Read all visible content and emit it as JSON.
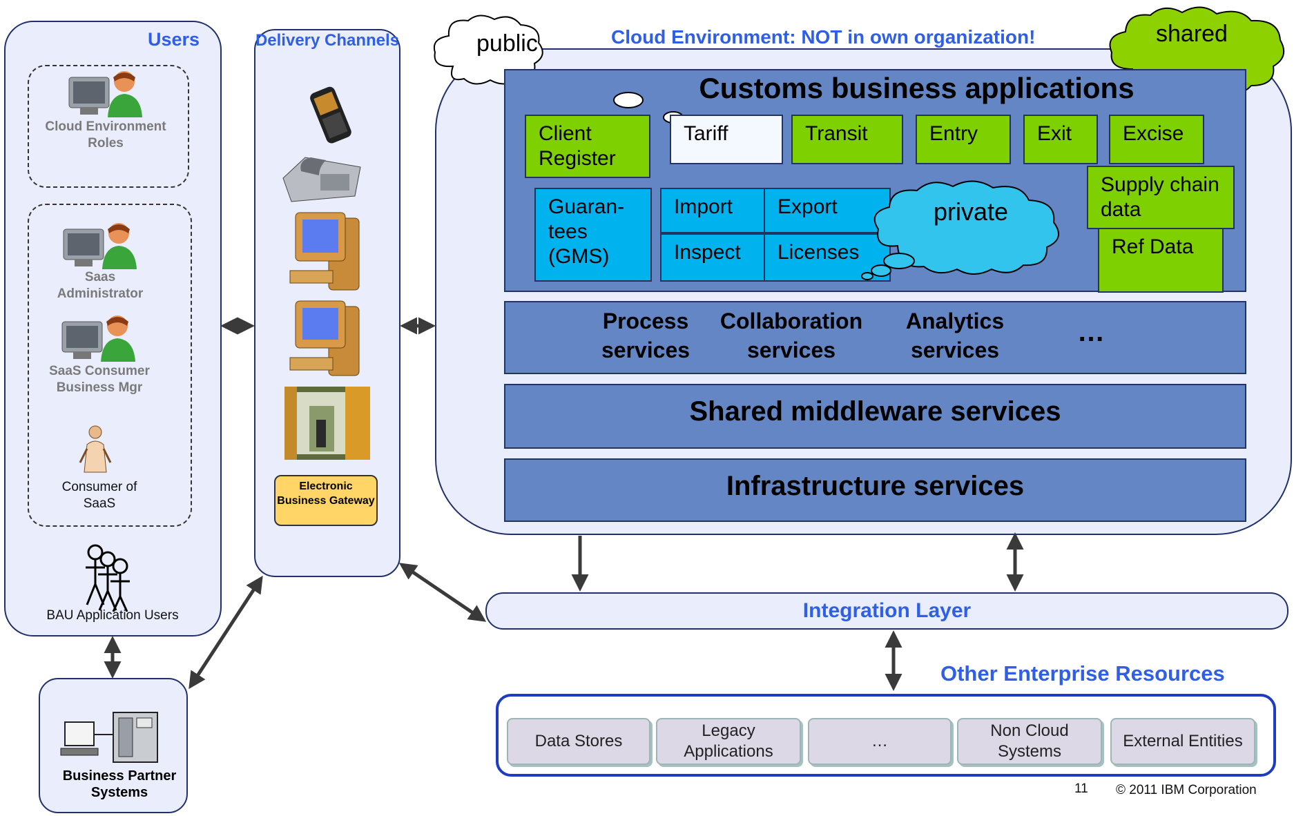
{
  "colors": {
    "panel_fill": "#eaeefc",
    "border": "#22306a",
    "title_blue": "#2f5fe6",
    "app_green": "#7ed000",
    "app_blue": "#00b2ee",
    "services_blue": "#6486c4",
    "gateway_yellow": "#ffd567"
  },
  "users": {
    "title": "Users",
    "cloud_roles": "Cloud Environment Roles",
    "saas_admin": "Saas Administrator",
    "saas_consumer_mgr": "SaaS Consumer Business Mgr",
    "consumer": "Consumer of SaaS",
    "bau_users": "BAU Application Users"
  },
  "delivery": {
    "title": "Delivery Channels",
    "gateway": "Electronic Business Gateway"
  },
  "cloud": {
    "label_public": "public",
    "label_shared": "shared",
    "label_private": "private",
    "title": "Cloud Environment: NOT in own organization!",
    "apps_title": "Customs business applications",
    "apps": {
      "client_register": "Client Register",
      "tariff": "Tariff",
      "transit": "Transit",
      "entry": "Entry",
      "exit": "Exit",
      "excise": "Excise",
      "guarantees": "Guaran- tees (GMS)",
      "import": "Import",
      "export": "Export",
      "inspect": "Inspect",
      "licenses": "Licenses",
      "supply_chain": "Supply chain data",
      "ref_data": "Ref Data"
    },
    "services": {
      "process": "Process services",
      "collaboration": "Collaboration services",
      "analytics": "Analytics services",
      "more": "…"
    },
    "middleware": "Shared middleware services",
    "infrastructure": "Infrastructure services"
  },
  "integration": "Integration Layer",
  "enterprise": {
    "title": "Other Enterprise Resources",
    "items": [
      "Data Stores",
      "Legacy Applications",
      "…",
      "Non Cloud Systems",
      "External Entities"
    ]
  },
  "partner": "Business Partner Systems",
  "footer": {
    "page": "11",
    "copyright": "© 2011 IBM Corporation"
  }
}
